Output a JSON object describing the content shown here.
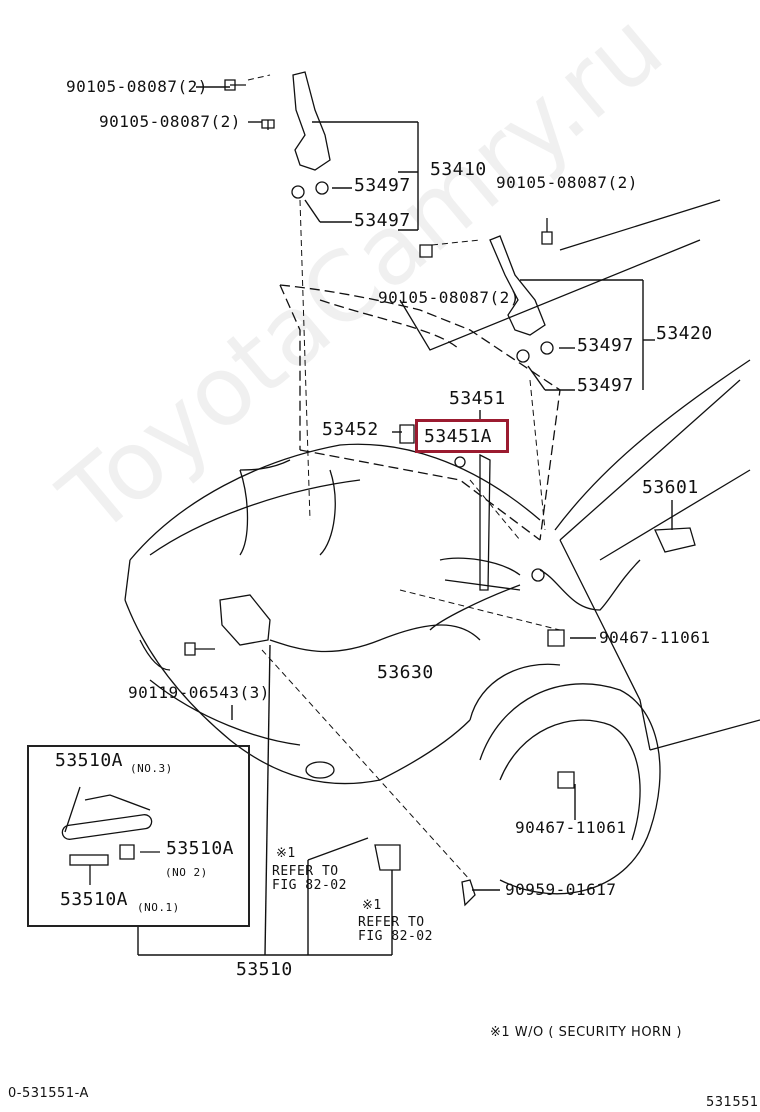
{
  "watermark": "ToyotaCamry.ru",
  "labels": {
    "bolt_upper_1": "90105-08087(2)",
    "bolt_upper_2": "90105-08087(2)",
    "washer_left_1": "53497",
    "washer_left_2": "53497",
    "hinge_left": "53410",
    "bolt_right_top": "90105-08087(2)",
    "bolt_right_mid": "90105-08087(2)",
    "washer_right_1": "53497",
    "washer_right_2": "53497",
    "hinge_right": "53420",
    "support_rod": "53451",
    "support_rod_clip": "53451A",
    "retainer": "53452",
    "release_lever": "53601",
    "clamp_1": "90467-11061",
    "clamp_2": "90467-11061",
    "cable": "53630",
    "bolt_lock": "90119-06543(3)",
    "grommet": "90959-01617",
    "lock_assy": "53510",
    "spring_no3": "53510A",
    "spring_no3_note": "(NO.3)",
    "spring_no2": "53510A",
    "spring_no2_note": "(NO 2)",
    "spring_no1": "53510A",
    "spring_no1_note": "(NO.1)",
    "ref_mark_1": "※1",
    "refer_1a": "REFER TO",
    "refer_1b": "FIG 82-02",
    "ref_mark_2": "※1",
    "refer_2a": "REFER TO",
    "refer_2b": "FIG 82-02",
    "footnote": "※1 W/O ( SECURITY HORN )",
    "fig_code_left": "0-531551-A",
    "fig_code_right": "531551"
  },
  "colors": {
    "highlight": "#9b1b30",
    "line": "#111111"
  }
}
